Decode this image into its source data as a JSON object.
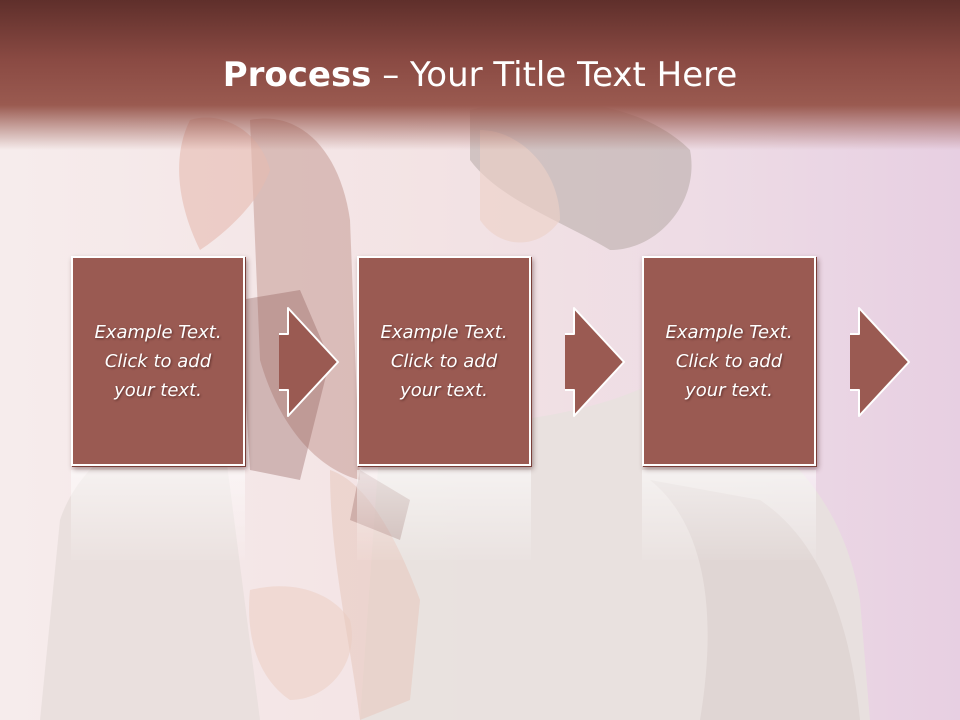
{
  "slide": {
    "title_bold": "Process",
    "title_rest": " – Your Title Text Here"
  },
  "steps": [
    {
      "text": "Example Text.\nClick  to add\nyour text."
    },
    {
      "text": "Example Text.\nClick  to add\nyour text."
    },
    {
      "text": "Example Text.\nClick  to add\nyour text."
    }
  ],
  "colors": {
    "title_bar": "#8a4a43",
    "box_fill": "#9a5a52",
    "border": "#ffffff",
    "text": "#ffffff"
  },
  "icons": [
    "right-arrow-icon",
    "right-arrow-icon",
    "right-arrow-icon"
  ]
}
